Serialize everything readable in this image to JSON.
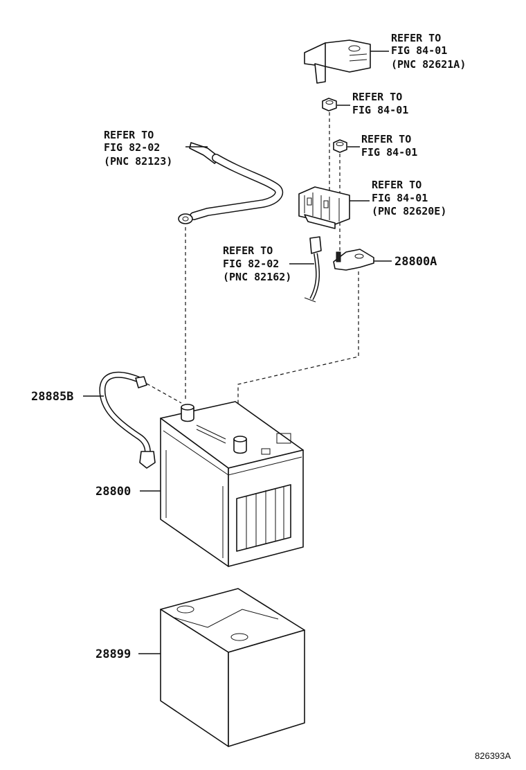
{
  "callouts": {
    "relay_top": {
      "line1": "REFER TO",
      "line2": "FIG 84-01",
      "line3": "(PNC 82621A)"
    },
    "nut_upper": {
      "line1": "REFER TO",
      "line2": "FIG 84-01"
    },
    "nut_lower": {
      "line1": "REFER TO",
      "line2": "FIG 84-01"
    },
    "fuse_block": {
      "line1": "REFER TO",
      "line2": "FIG 84-01",
      "line3": "(PNC 82620E)"
    },
    "cable_upper": {
      "line1": "REFER TO",
      "line2": "FIG 82-02",
      "line3": "(PNC 82123)"
    },
    "cable_lower": {
      "line1": "REFER TO",
      "line2": "FIG 82-02",
      "line3": "(PNC 82162)"
    }
  },
  "part_numbers": {
    "clamp": "28800A",
    "vent_hose": "28885B",
    "battery": "28800",
    "tray": "28899"
  },
  "figure_code": "826393A"
}
